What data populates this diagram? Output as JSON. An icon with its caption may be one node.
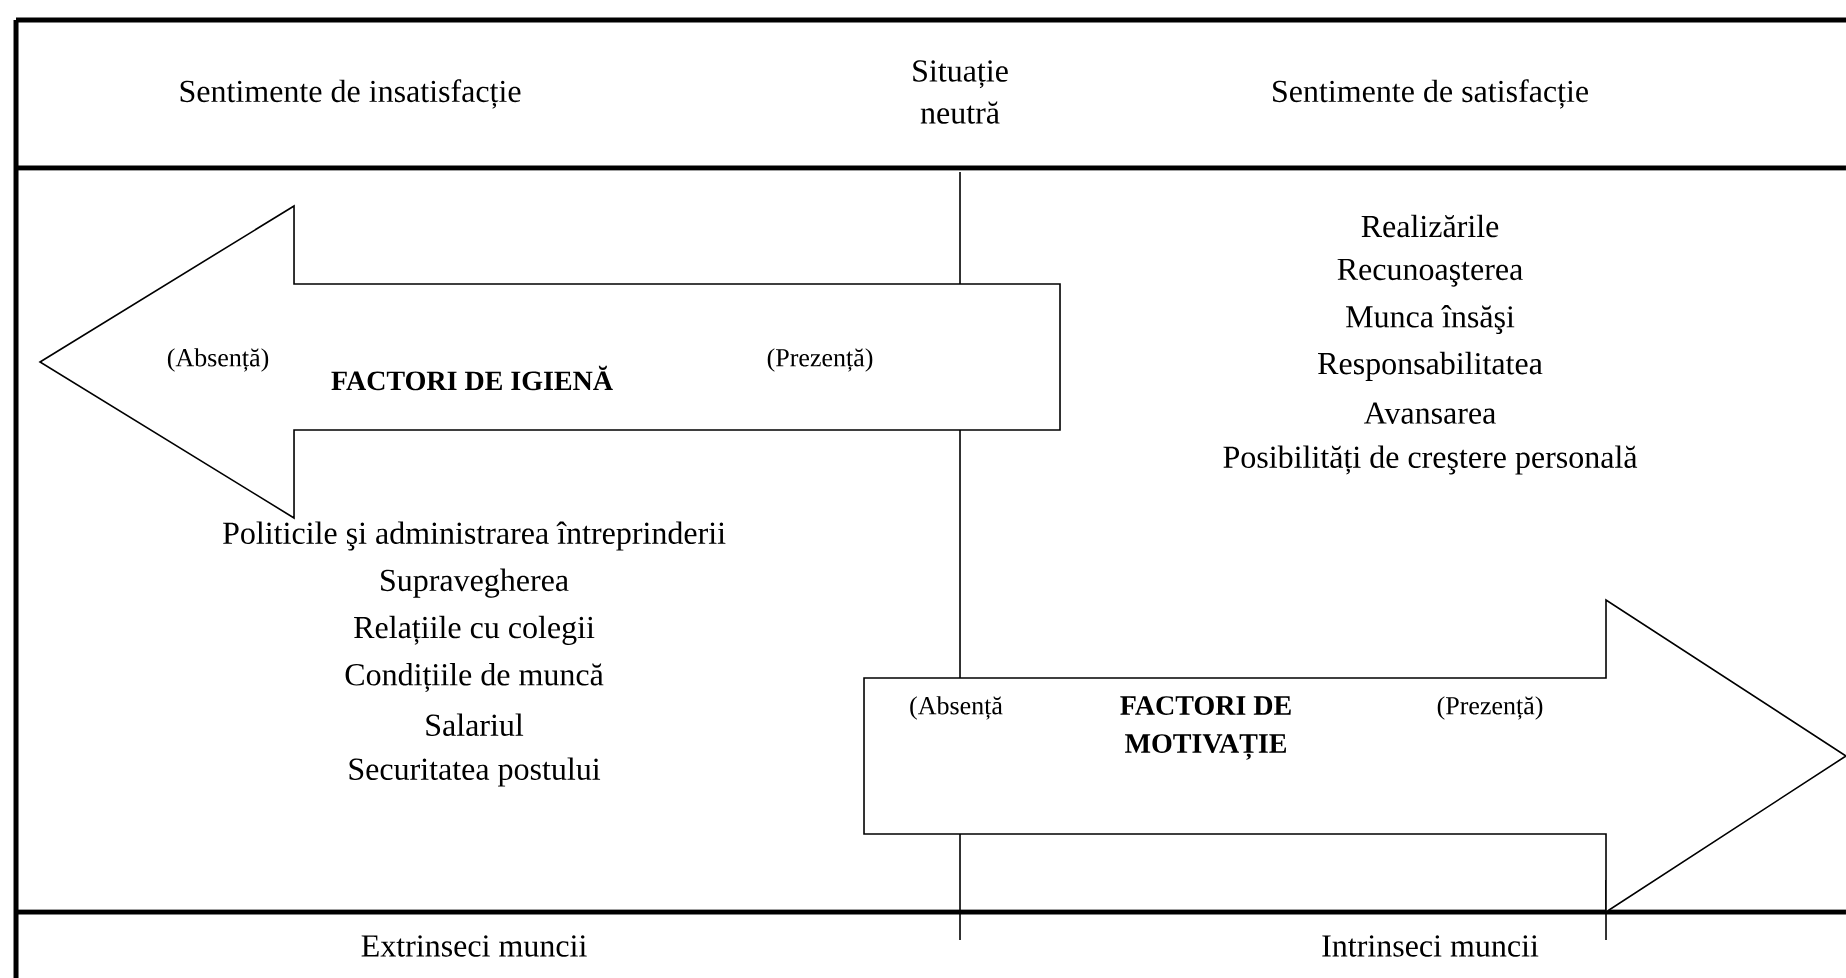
{
  "diagram": {
    "nodes": [
      {
        "text": [
          "(Absență)",
          "FACTORI DE IGIENĂ",
          "(Prezență)"
        ]
      },
      {
        "text": [
          "(Absență",
          "FACTORI DE MOTIVAȚIE",
          "(Prezență)"
        ]
      }
    ],
    "labels": [
      "Sentimente de insatisfacție",
      "Situație neutră",
      "Sentimente de satisfacție",
      "Realizările",
      "Recunoaşterea",
      "Munca însăşi",
      "Responsabilitatea",
      "Avansarea",
      "Posibilități de creştere personală",
      "Politicile şi administrarea întreprinderii",
      "Supravegherea",
      "Relațiile cu colegii",
      "Condițiile de muncă",
      "Salariul",
      "Securitatea postului",
      "Extrinseci muncii",
      "Intrinseci muncii"
    ]
  }
}
